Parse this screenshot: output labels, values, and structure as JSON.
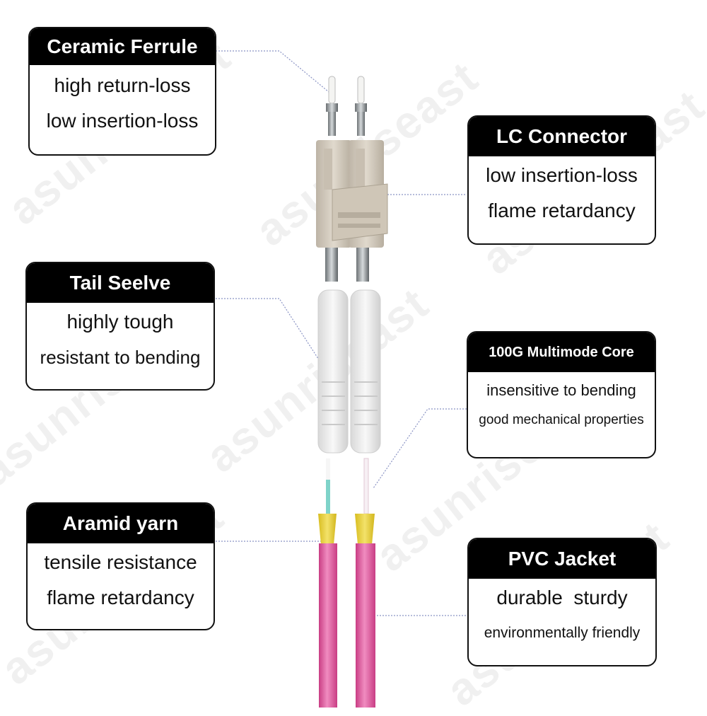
{
  "watermark": "asunriseast",
  "colors": {
    "header_bg": "#000000",
    "header_text": "#ffffff",
    "connector_beige": "#d6cfc2",
    "boot_white": "#eeeeee",
    "jacket_magenta": "#e0559b",
    "aramid_yellow": "#e8d13a",
    "fiber_aqua": "#7fd3c9",
    "leader_line": "#8a93c4"
  },
  "callouts": {
    "ceramic_ferrule": {
      "title": "Ceramic Ferrule",
      "lines": [
        "high return-loss",
        "low insertion-loss"
      ]
    },
    "lc_connector": {
      "title": "LC Connector",
      "lines": [
        "low insertion-loss",
        "flame retardancy"
      ]
    },
    "tail_sleeve": {
      "title": "Tail Seelve",
      "lines": [
        "highly tough",
        "resistant to bending"
      ]
    },
    "core": {
      "title": "100G Multimode Core",
      "lines": [
        "insensitive to bending",
        "good mechanical properties"
      ]
    },
    "aramid_yarn": {
      "title": "Aramid yarn",
      "lines": [
        "tensile resistance",
        "flame retardancy"
      ]
    },
    "pvc_jacket": {
      "title": "PVC Jacket",
      "lines": [
        "durable  sturdy",
        "environmentally friendly"
      ]
    }
  }
}
